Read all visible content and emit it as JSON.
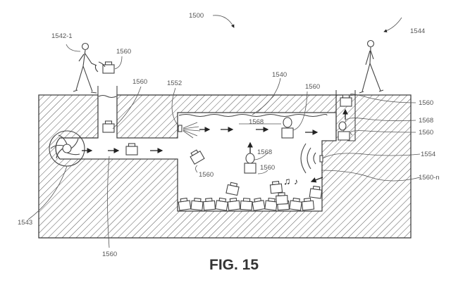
{
  "figure": {
    "title": "FIG. 15",
    "system_ref": "1500"
  },
  "labels": {
    "user_left": "1542-1",
    "user_right_group": "1544",
    "fan": "1543",
    "chamber_water": "1540",
    "sprayer": "1552",
    "speaker": "1554",
    "toy": "1560",
    "toy_stack": "1560-n",
    "balloon": "1568"
  },
  "callouts": {
    "left_top_toy": "1560",
    "left_shaft_toy": "1560",
    "chamber_top_toy": "1560",
    "right_shaft_top_toy": "1560",
    "right_shaft_balloon": "1568",
    "right_shaft_bottom_toy": "1560",
    "speaker": "1554",
    "pile": "1560-n",
    "chamber_balloon_top": "1568",
    "chamber_balloon_mid": "1568",
    "chamber_mid_toy": "1560",
    "tumbling_toy": "1560",
    "tunnel_toy": "1560",
    "fan": "1543",
    "water": "1540",
    "sprayer": "1552",
    "user_left": "1542-1",
    "user_right": "1544",
    "system": "1500"
  },
  "icons": [
    "person-walking-icon",
    "fan-icon",
    "toy-block-icon",
    "balloon-icon",
    "music-notes-icon",
    "sound-waves-icon",
    "spray-icon",
    "flow-arrow-icon"
  ]
}
